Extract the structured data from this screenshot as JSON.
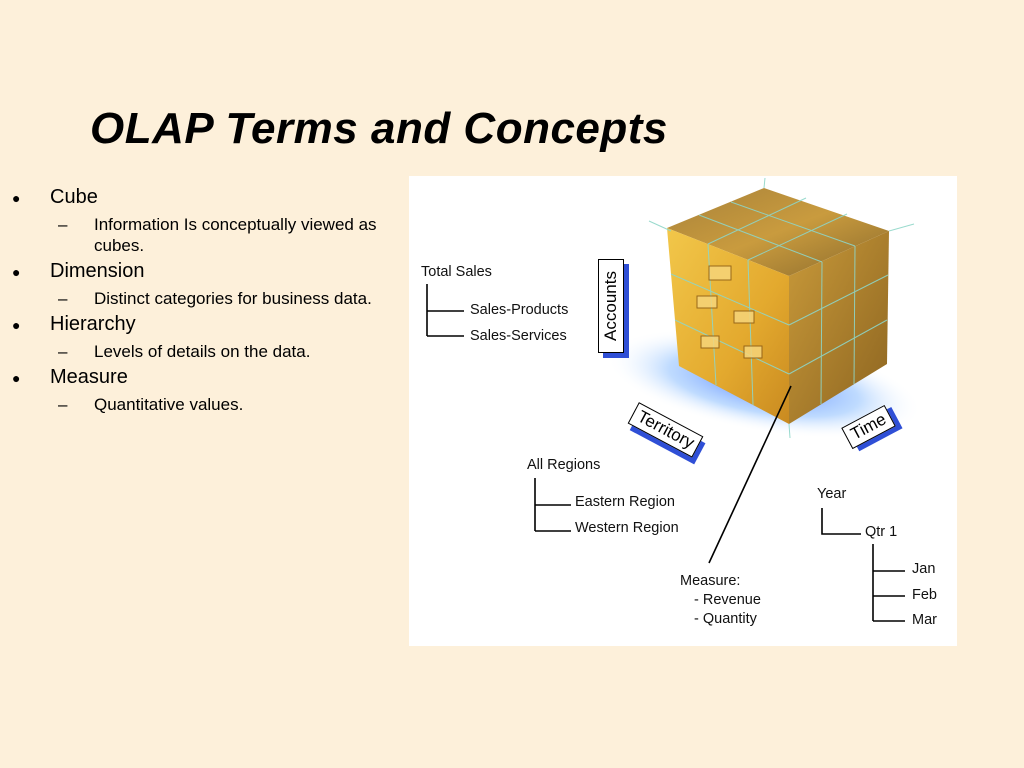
{
  "title": "OLAP Terms and Concepts",
  "bullets": [
    {
      "term": "Cube",
      "detail": "Information Is conceptually viewed as cubes."
    },
    {
      "term": "Dimension",
      "detail": "Distinct categories for business data."
    },
    {
      "term": "Hierarchy",
      "detail": "Levels of details on the data."
    },
    {
      "term": "Measure",
      "detail": "Quantitative values."
    }
  ],
  "bullet_glyph": "●",
  "dash_glyph": "–",
  "diagram": {
    "accounts": {
      "tag": "Accounts",
      "root": "Total Sales",
      "children": [
        "Sales-Products",
        "Sales-Services"
      ]
    },
    "territory": {
      "tag": "Territory",
      "root": "All Regions",
      "children": [
        "Eastern Region",
        "Western Region"
      ]
    },
    "time": {
      "tag": "Time",
      "root": "Year",
      "level": "Qtr 1",
      "months": [
        "Jan",
        "Feb",
        "Mar"
      ]
    },
    "measure": {
      "label": "Measure:",
      "items": [
        "- Revenue",
        "- Quantity"
      ]
    }
  },
  "colors": {
    "background": "#fdf0da",
    "cube": "#d9a531",
    "shadow": "#2f4fd6",
    "glow": "#7fb7ff"
  }
}
